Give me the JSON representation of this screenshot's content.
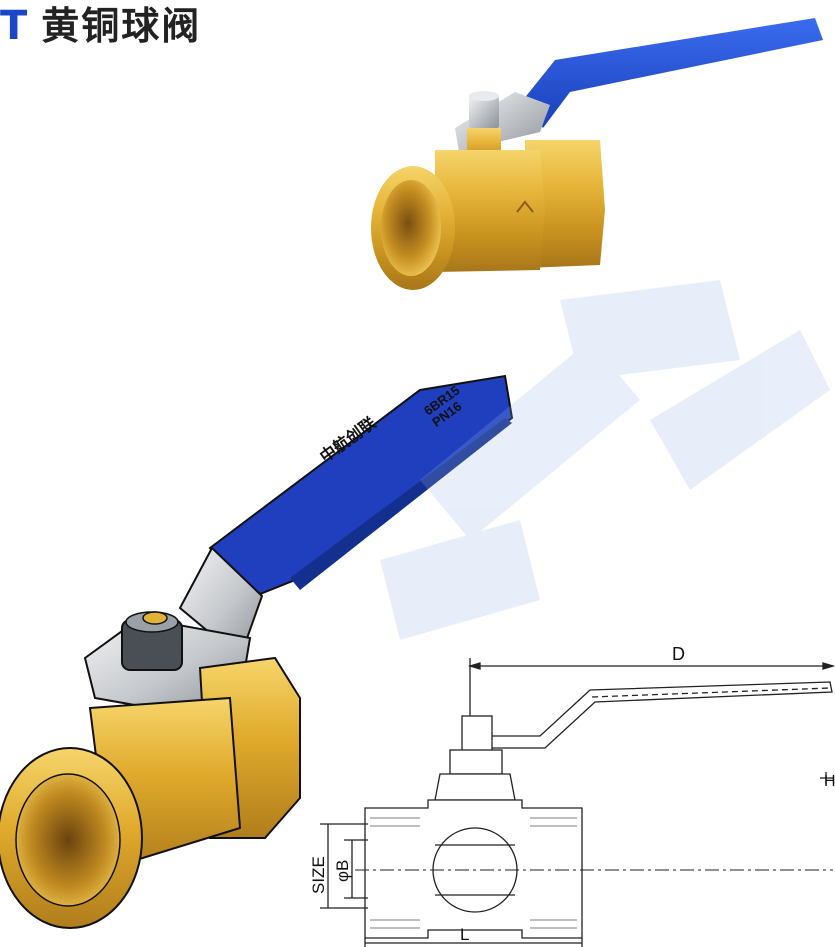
{
  "title": {
    "prefix": "T",
    "main": "黄铜球阀"
  },
  "handle_logo": {
    "text": "中航创联",
    "text_lower": "中航创联"
  },
  "handle_marking": {
    "line1": "6BR15",
    "line2": "PN16"
  },
  "drawing_labels": {
    "d": "D",
    "h": "H",
    "size": "SIZE",
    "phi_b": "φB",
    "l": "L"
  },
  "colors": {
    "brand_blue": "#1c46c8",
    "brass": "#d9a62a",
    "handle_blue": "#1f3fbf",
    "chrome": "#c7c9cc"
  }
}
